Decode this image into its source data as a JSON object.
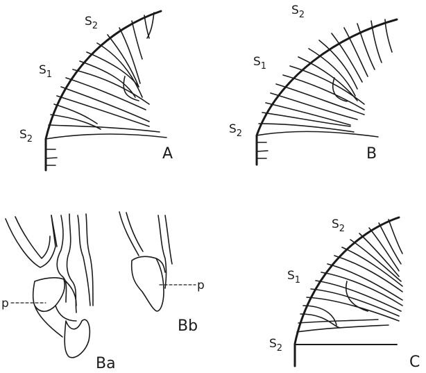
{
  "panels": {
    "A": {
      "letter": "A",
      "labels": {
        "s2_top": "S",
        "s2_top_sub": "2",
        "s1": "S",
        "s1_sub": "1",
        "s2_bottom": "S",
        "s2_bottom_sub": "2"
      }
    },
    "B": {
      "letter": "B",
      "labels": {
        "s2_top": "S",
        "s2_top_sub": "2",
        "s1": "S",
        "s1_sub": "1",
        "s2_bottom": "S",
        "s2_bottom_sub": "2"
      }
    },
    "C": {
      "letter": "C",
      "labels": {
        "s2_top": "S",
        "s2_top_sub": "2",
        "s1": "S",
        "s1_sub": "1",
        "s2_bottom": "S",
        "s2_bottom_sub": "2"
      }
    },
    "Ba": {
      "letter": "Ba",
      "pointer": "p"
    },
    "Bb": {
      "letter": "Bb",
      "pointer": "p"
    }
  }
}
